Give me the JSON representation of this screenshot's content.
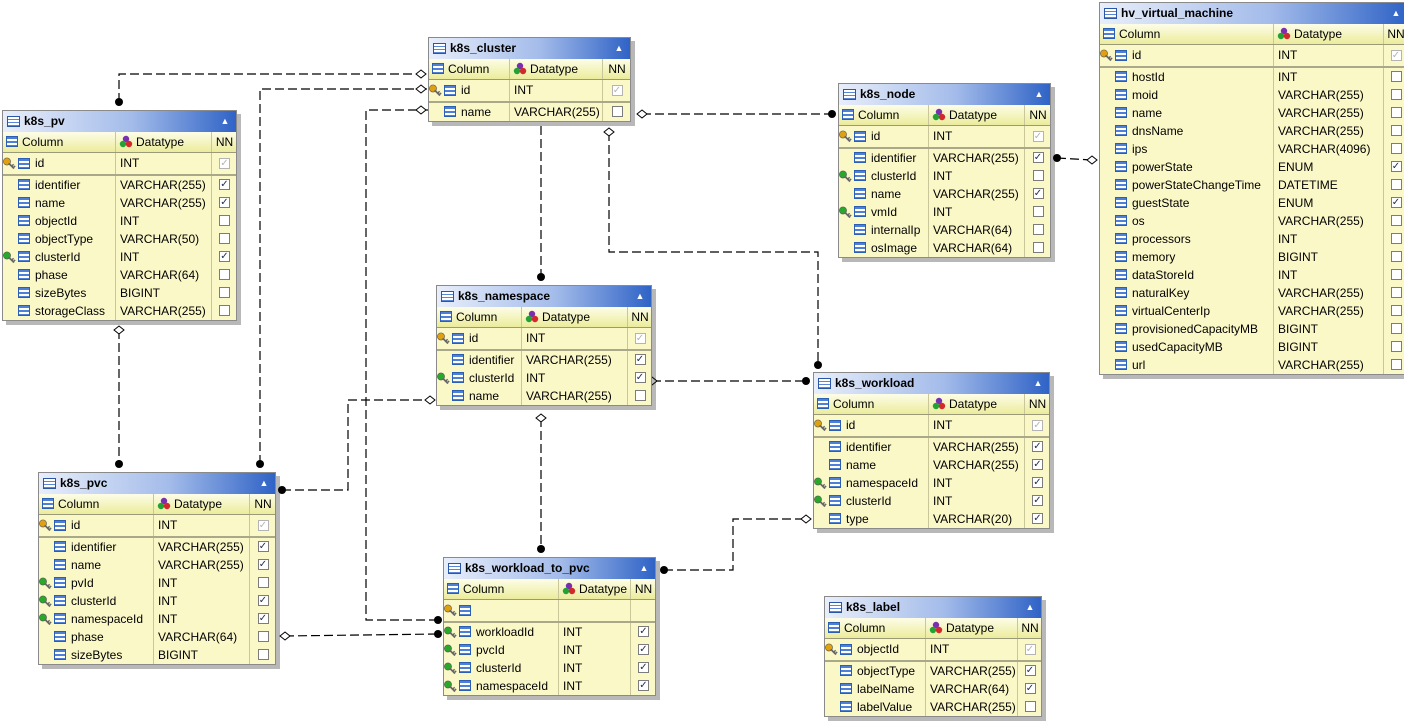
{
  "header_labels": {
    "column": "Column",
    "datatype": "Datatype",
    "nn": "NN"
  },
  "check_glyph": "✓",
  "collapse_glyph": "▲",
  "tables": {
    "k8s_pv": {
      "name": "k8s_pv",
      "rows": [
        {
          "name": "id",
          "type": "INT",
          "nn": true,
          "key": "pk"
        },
        {
          "name": "identifier",
          "type": "VARCHAR(255)",
          "nn": true,
          "key": ""
        },
        {
          "name": "name",
          "type": "VARCHAR(255)",
          "nn": true,
          "key": ""
        },
        {
          "name": "objectId",
          "type": "INT",
          "nn": false,
          "key": ""
        },
        {
          "name": "objectType",
          "type": "VARCHAR(50)",
          "nn": false,
          "key": ""
        },
        {
          "name": "clusterId",
          "type": "INT",
          "nn": true,
          "key": "fk"
        },
        {
          "name": "phase",
          "type": "VARCHAR(64)",
          "nn": false,
          "key": ""
        },
        {
          "name": "sizeBytes",
          "type": "BIGINT",
          "nn": false,
          "key": ""
        },
        {
          "name": "storageClass",
          "type": "VARCHAR(255)",
          "nn": false,
          "key": ""
        }
      ]
    },
    "k8s_cluster": {
      "name": "k8s_cluster",
      "rows": [
        {
          "name": "id",
          "type": "INT",
          "nn": true,
          "key": "pk"
        },
        {
          "name": "name",
          "type": "VARCHAR(255)",
          "nn": false,
          "key": ""
        }
      ]
    },
    "k8s_node": {
      "name": "k8s_node",
      "rows": [
        {
          "name": "id",
          "type": "INT",
          "nn": true,
          "key": "pk"
        },
        {
          "name": "identifier",
          "type": "VARCHAR(255)",
          "nn": true,
          "key": ""
        },
        {
          "name": "clusterId",
          "type": "INT",
          "nn": false,
          "key": "fk"
        },
        {
          "name": "name",
          "type": "VARCHAR(255)",
          "nn": true,
          "key": ""
        },
        {
          "name": "vmId",
          "type": "INT",
          "nn": false,
          "key": "fk"
        },
        {
          "name": "internalIp",
          "type": "VARCHAR(64)",
          "nn": false,
          "key": ""
        },
        {
          "name": "osImage",
          "type": "VARCHAR(64)",
          "nn": false,
          "key": ""
        }
      ]
    },
    "hv_virtual_machine": {
      "name": "hv_virtual_machine",
      "rows": [
        {
          "name": "id",
          "type": "INT",
          "nn": true,
          "key": "pk"
        },
        {
          "name": "hostId",
          "type": "INT",
          "nn": false,
          "key": ""
        },
        {
          "name": "moid",
          "type": "VARCHAR(255)",
          "nn": false,
          "key": ""
        },
        {
          "name": "name",
          "type": "VARCHAR(255)",
          "nn": false,
          "key": ""
        },
        {
          "name": "dnsName",
          "type": "VARCHAR(255)",
          "nn": false,
          "key": ""
        },
        {
          "name": "ips",
          "type": "VARCHAR(4096)",
          "nn": false,
          "key": ""
        },
        {
          "name": "powerState",
          "type": "ENUM",
          "nn": true,
          "key": ""
        },
        {
          "name": "powerStateChangeTime",
          "type": "DATETIME",
          "nn": false,
          "key": ""
        },
        {
          "name": "guestState",
          "type": "ENUM",
          "nn": true,
          "key": ""
        },
        {
          "name": "os",
          "type": "VARCHAR(255)",
          "nn": false,
          "key": ""
        },
        {
          "name": "processors",
          "type": "INT",
          "nn": false,
          "key": ""
        },
        {
          "name": "memory",
          "type": "BIGINT",
          "nn": false,
          "key": ""
        },
        {
          "name": "dataStoreId",
          "type": "INT",
          "nn": false,
          "key": ""
        },
        {
          "name": "naturalKey",
          "type": "VARCHAR(255)",
          "nn": false,
          "key": ""
        },
        {
          "name": "virtualCenterIp",
          "type": "VARCHAR(255)",
          "nn": false,
          "key": ""
        },
        {
          "name": "provisionedCapacityMB",
          "type": "BIGINT",
          "nn": false,
          "key": ""
        },
        {
          "name": "usedCapacityMB",
          "type": "BIGINT",
          "nn": false,
          "key": ""
        },
        {
          "name": "url",
          "type": "VARCHAR(255)",
          "nn": false,
          "key": ""
        }
      ]
    },
    "k8s_namespace": {
      "name": "k8s_namespace",
      "rows": [
        {
          "name": "id",
          "type": "INT",
          "nn": true,
          "key": "pk"
        },
        {
          "name": "identifier",
          "type": "VARCHAR(255)",
          "nn": true,
          "key": ""
        },
        {
          "name": "clusterId",
          "type": "INT",
          "nn": true,
          "key": "fk"
        },
        {
          "name": "name",
          "type": "VARCHAR(255)",
          "nn": false,
          "key": ""
        }
      ]
    },
    "k8s_workload": {
      "name": "k8s_workload",
      "rows": [
        {
          "name": "id",
          "type": "INT",
          "nn": true,
          "key": "pk"
        },
        {
          "name": "identifier",
          "type": "VARCHAR(255)",
          "nn": true,
          "key": ""
        },
        {
          "name": "name",
          "type": "VARCHAR(255)",
          "nn": true,
          "key": ""
        },
        {
          "name": "namespaceId",
          "type": "INT",
          "nn": true,
          "key": "fk"
        },
        {
          "name": "clusterId",
          "type": "INT",
          "nn": true,
          "key": "fk"
        },
        {
          "name": "type",
          "type": "VARCHAR(20)",
          "nn": true,
          "key": ""
        }
      ]
    },
    "k8s_pvc": {
      "name": "k8s_pvc",
      "rows": [
        {
          "name": "id",
          "type": "INT",
          "nn": true,
          "key": "pk"
        },
        {
          "name": "identifier",
          "type": "VARCHAR(255)",
          "nn": true,
          "key": ""
        },
        {
          "name": "name",
          "type": "VARCHAR(255)",
          "nn": true,
          "key": ""
        },
        {
          "name": "pvId",
          "type": "INT",
          "nn": false,
          "key": "fk"
        },
        {
          "name": "clusterId",
          "type": "INT",
          "nn": true,
          "key": "fk"
        },
        {
          "name": "namespaceId",
          "type": "INT",
          "nn": true,
          "key": "fk"
        },
        {
          "name": "phase",
          "type": "VARCHAR(64)",
          "nn": false,
          "key": ""
        },
        {
          "name": "sizeBytes",
          "type": "BIGINT",
          "nn": false,
          "key": ""
        }
      ]
    },
    "k8s_workload_to_pvc": {
      "name": "k8s_workload_to_pvc",
      "rows": [
        {
          "name": "",
          "type": "",
          "nn": null,
          "key": "pk"
        },
        {
          "name": "workloadId",
          "type": "INT",
          "nn": true,
          "key": "fk"
        },
        {
          "name": "pvcId",
          "type": "INT",
          "nn": true,
          "key": "fk"
        },
        {
          "name": "clusterId",
          "type": "INT",
          "nn": true,
          "key": "fk"
        },
        {
          "name": "namespaceId",
          "type": "INT",
          "nn": true,
          "key": "fk"
        }
      ]
    },
    "k8s_label": {
      "name": "k8s_label",
      "rows": [
        {
          "name": "objectId",
          "type": "INT",
          "nn": true,
          "key": "pk"
        },
        {
          "name": "objectType",
          "type": "VARCHAR(255)",
          "nn": true,
          "key": ""
        },
        {
          "name": "labelName",
          "type": "VARCHAR(64)",
          "nn": true,
          "key": ""
        },
        {
          "name": "labelValue",
          "type": "VARCHAR(255)",
          "nn": false,
          "key": ""
        }
      ]
    }
  },
  "relationships": [
    {
      "from": "k8s_pv",
      "to": "k8s_cluster"
    },
    {
      "from": "k8s_pvc",
      "to": "k8s_cluster"
    },
    {
      "from": "k8s_workload_to_pvc",
      "to": "k8s_cluster"
    },
    {
      "from": "k8s_node",
      "to": "k8s_cluster"
    },
    {
      "from": "k8s_namespace",
      "to": "k8s_cluster"
    },
    {
      "from": "k8s_workload",
      "to": "k8s_cluster"
    },
    {
      "from": "k8s_node",
      "to": "hv_virtual_machine"
    },
    {
      "from": "k8s_pvc",
      "to": "k8s_pv"
    },
    {
      "from": "k8s_pvc",
      "to": "k8s_namespace"
    },
    {
      "from": "k8s_workload",
      "to": "k8s_namespace"
    },
    {
      "from": "k8s_workload_to_pvc",
      "to": "k8s_namespace"
    },
    {
      "from": "k8s_workload_to_pvc",
      "to": "k8s_workload"
    },
    {
      "from": "k8s_workload_to_pvc",
      "to": "k8s_pvc"
    }
  ]
}
